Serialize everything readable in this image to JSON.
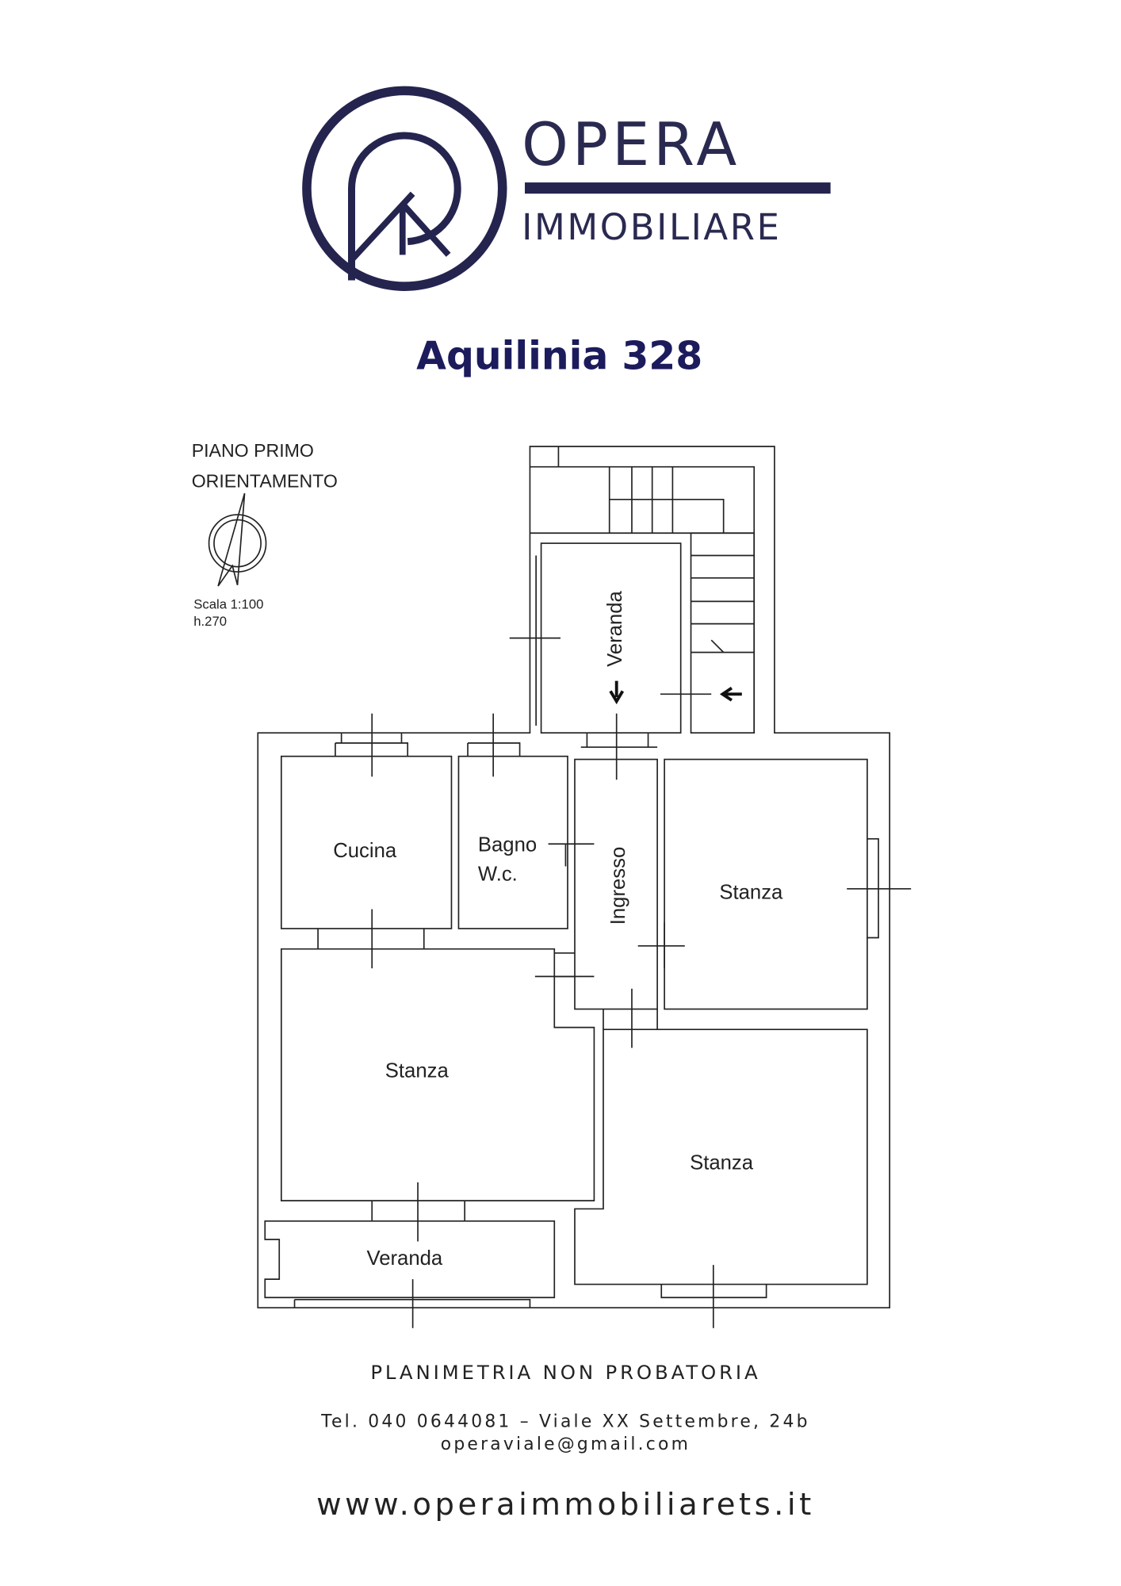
{
  "logo": {
    "name": "OPERA",
    "subtitle": "IMMOBILIARE",
    "monogram": "OR",
    "color": "#25244f"
  },
  "title": "Aquilinia 328",
  "title_color": "#1c1b5c",
  "plan": {
    "floor": "PIANO PRIMO",
    "orientation": "ORIENTAMENTO",
    "scale": "Scala 1:100",
    "height": "h.270",
    "rooms": {
      "veranda_top": "Veranda",
      "cucina": "Cucina",
      "bagno": "Bagno",
      "wc": "W.c.",
      "ingresso": "Ingresso",
      "stanza_right": "Stanza",
      "stanza_left": "Stanza",
      "stanza_bottom": "Stanza",
      "veranda_bottom": "Veranda"
    }
  },
  "footer": {
    "disclaimer": "PLANIMETRIA NON PROBATORIA",
    "contact": "Tel. 040 0644081 – Viale XX Settembre, 24b",
    "email": "operaviale@gmail.com",
    "website": "www.operaimmobiliarets.it"
  }
}
